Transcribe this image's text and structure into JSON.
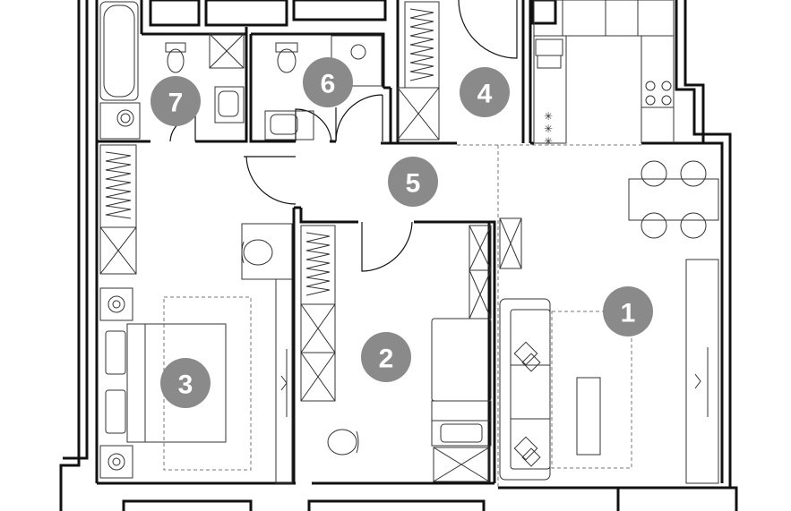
{
  "rooms": [
    {
      "id": "room-1",
      "label": "1"
    },
    {
      "id": "room-2",
      "label": "2"
    },
    {
      "id": "room-3",
      "label": "3"
    },
    {
      "id": "room-4",
      "label": "4"
    },
    {
      "id": "room-5",
      "label": "5"
    },
    {
      "id": "room-6",
      "label": "6"
    },
    {
      "id": "room-7",
      "label": "7"
    }
  ],
  "colors": {
    "badge": "#8a8a8a",
    "wall": "#111111"
  }
}
